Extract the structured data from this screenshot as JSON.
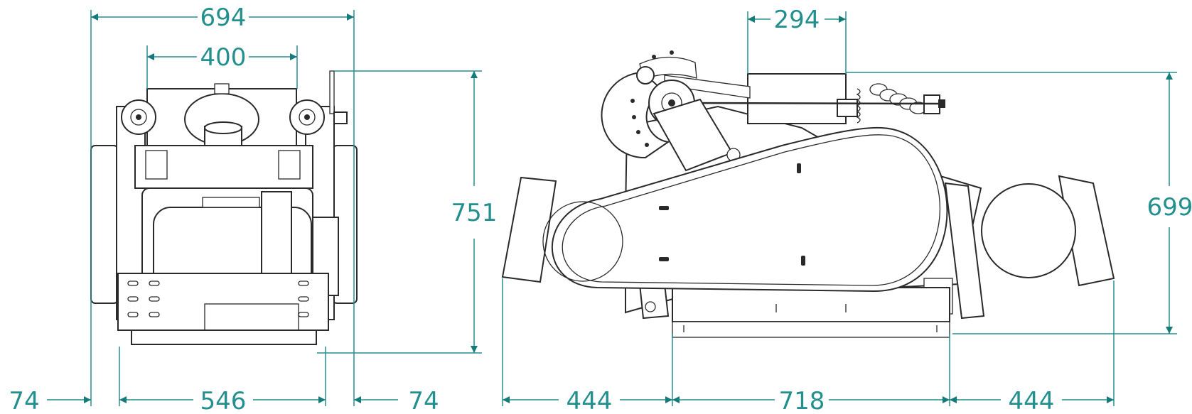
{
  "front_view": {
    "overall_width": "694",
    "inner_width": "400",
    "height": "751",
    "left_offset": "74",
    "base_width": "546",
    "right_offset": "74"
  },
  "side_view": {
    "top_width": "294",
    "height": "699",
    "left_offset": "444",
    "base_length": "718",
    "right_offset": "444"
  },
  "colors": {
    "dimension": "#238f8f",
    "arrow": "#157a7a",
    "outline": "#2a2a2a"
  }
}
